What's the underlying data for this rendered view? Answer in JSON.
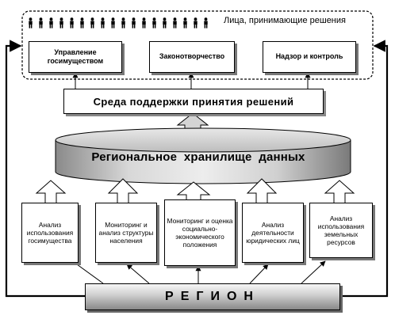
{
  "decision_makers": {
    "label": "Лица, принимающие решения",
    "people_count": 18,
    "icon": "person-icon"
  },
  "top_boxes": [
    "Управление госимуществом",
    "Законотворчество",
    "Надзор и контроль"
  ],
  "support_system": "Среда поддержки принятия решений",
  "storage": "Региональное  хранилище  данных",
  "analysis_blocks": [
    "Анализ использования госимущества",
    "Мониторинг и анализ структуры населения",
    "Мониторинг и оценка социально-экономического положения",
    "Анализ деятельности юридических лиц",
    "Анализ использования земельных ресурсов"
  ],
  "region": "РЕГИОН"
}
